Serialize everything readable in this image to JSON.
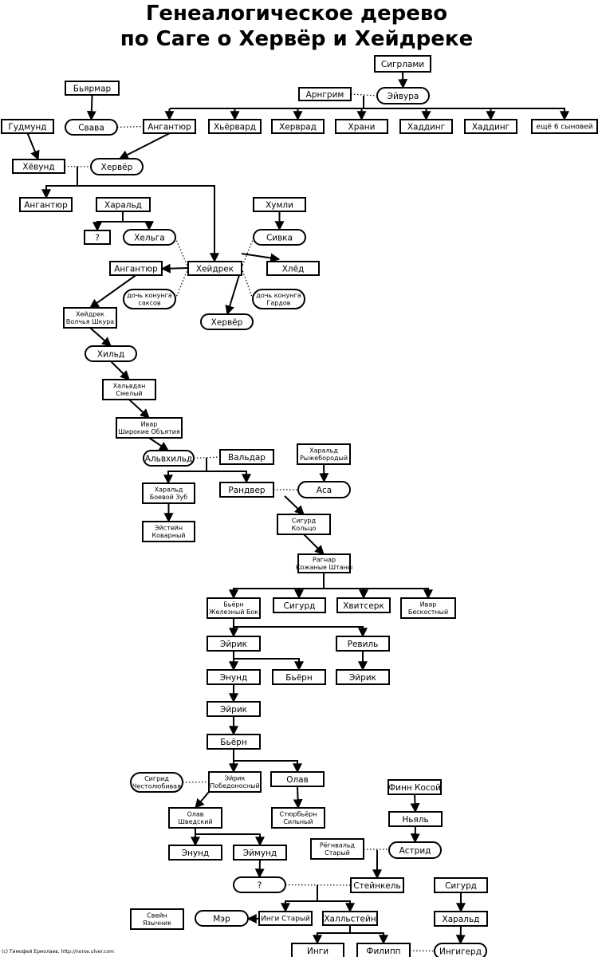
{
  "title": {
    "line1": "Генеалогическое дерево",
    "line2": "по Саге о Хервёр и Хейдреке"
  },
  "credit": "(c) Тимофей Ермолаев, http://norse.ulver.com",
  "nodes": {
    "sigrlami": "Сигрлами",
    "eyvura": "Эйвура",
    "arngrim": "Арнгрим",
    "byarmar": "Бьярмар",
    "svava": "Свава",
    "angantyr1": "Ангантюр",
    "hyervard": "Хьёрвард",
    "hervard": "Херврад",
    "hrani": "Храни",
    "hadding1": "Хаддинг",
    "hadding2": "Хаддинг",
    "six_sons": "ещё 6 сыновей",
    "gudmund": "Гудмунд",
    "heyvund": "Хёвунд",
    "herver1": "Хервёр",
    "angantyr2": "Ангантюр",
    "harald1": "Харальд",
    "question1": "?",
    "helga": "Хельга",
    "humli": "Хумли",
    "sivka": "Сивка",
    "angantyr3": "Ангантюр",
    "heidrek": "Хейдрек",
    "hled": "Хлёд",
    "saxon_daughter": [
      "дочь конунга",
      "саксов"
    ],
    "gard_daughter": [
      "дочь конунга",
      "Гардов"
    ],
    "herver2": "Хервёр",
    "heidrek_wolfskin": [
      "Хейдрек",
      "Волчья Шкура"
    ],
    "hild": "Хильд",
    "halfdan": [
      "Хальвдан",
      "Смелый"
    ],
    "ivar_wide": [
      "Ивар",
      "Широкие Объятия"
    ],
    "alfhild": "Альвхильд",
    "valdar": "Вальдар",
    "harald_red": [
      "Харальд",
      "Рыжебородый"
    ],
    "harald_wartooth": [
      "Харальд",
      "Боевой Зуб"
    ],
    "randver": "Рандвер",
    "asa": "Аса",
    "eystein": [
      "Эйстейн",
      "Коварный"
    ],
    "sigurd_ring": [
      "Сигурд",
      "Кольцо"
    ],
    "ragnar": [
      "Рагнар",
      "Кожаные Штаны"
    ],
    "bjorn_ironside": [
      "Бьёрн",
      "Железный Бок"
    ],
    "sigurd2": "Сигурд",
    "hvitserk": "Хвитсерк",
    "ivar_boneless": [
      "Ивар",
      "Бескостный"
    ],
    "eirik1": "Эйрик",
    "revil": "Ревиль",
    "enund1": "Энунд",
    "bjorn2": "Бьёрн",
    "eirik2": "Эйрик",
    "eirik3": "Эйрик",
    "bjorn3": "Бьёрн",
    "sigrid": [
      "Сигрид",
      "Честолюбивая"
    ],
    "eirik_victorious": [
      "Эйрик",
      "Победоносный"
    ],
    "olav": "Олав",
    "finn": "Финн Косой",
    "olav_swede": [
      "Олав",
      "Шведский"
    ],
    "styrbjorn": [
      "Стюрбьёрн",
      "Сильный"
    ],
    "nyal": "Ньяль",
    "ragnvald": [
      "Рёгнвальд",
      "Старый"
    ],
    "astrid": "Астрид",
    "enund2": "Энунд",
    "eymund": "Эймунд",
    "question2": "?",
    "steinkel": "Стейнкель",
    "sigurd3": "Сигурд",
    "svein": [
      "Свейн",
      "Язычник"
    ],
    "mer": "Мэр",
    "ingi_old": "Инги Старый",
    "hallstein": "Халльстейн",
    "harald2": "Харальд",
    "ingi": "Инги",
    "filipp": "Филипп",
    "ingigerd": "Ингигерд"
  }
}
